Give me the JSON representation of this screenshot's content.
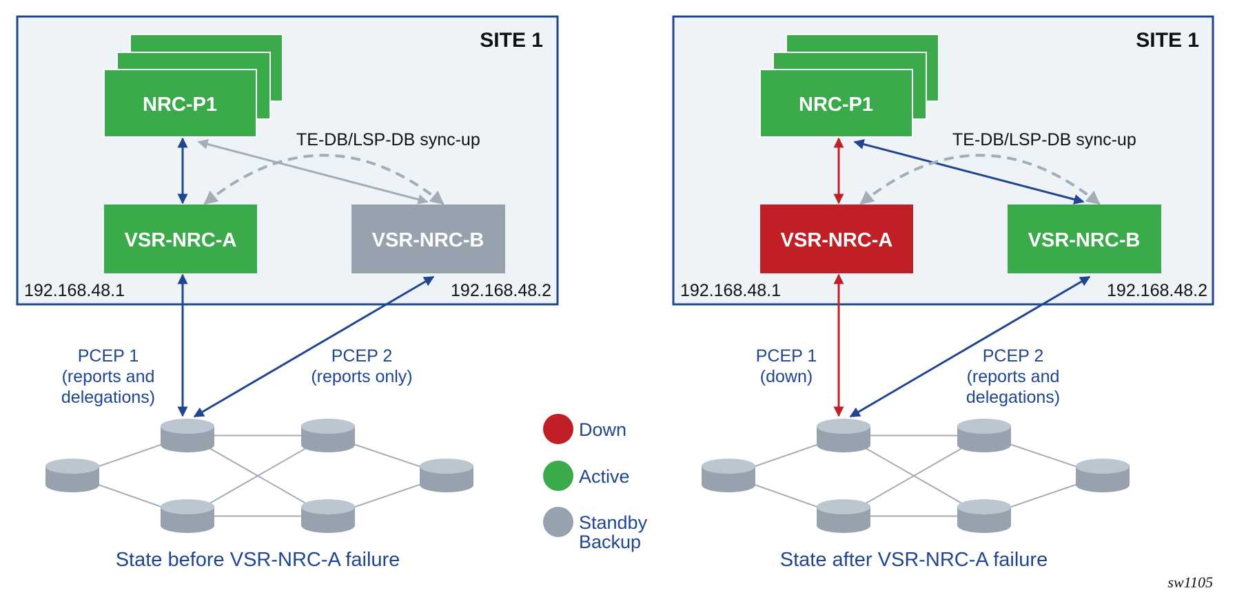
{
  "colors": {
    "down": "#C01F26",
    "active": "#3BAA4A",
    "standby": "#98A2AE",
    "link_blue": "#1F4590",
    "sync_gray": "#A3ACB7"
  },
  "panels": [
    {
      "site_label": "SITE 1",
      "nrc_p1": {
        "label": "NRC-P1",
        "state": "active"
      },
      "vsr_a": {
        "label": "VSR-NRC-A",
        "state": "active",
        "ip": "192.168.48.1"
      },
      "vsr_b": {
        "label": "VSR-NRC-B",
        "state": "standby",
        "ip": "192.168.48.2"
      },
      "sync_label": "TE-DB/LSP-DB sync-up",
      "p1_to_a_link": "blue",
      "p1_to_b_link": "gray",
      "pcep1": {
        "lines": [
          "PCEP 1",
          "(reports and",
          "delegations)"
        ],
        "link": "blue"
      },
      "pcep2": {
        "lines": [
          "PCEP 2",
          "(reports only)"
        ],
        "link": "blue"
      },
      "caption": "State before VSR-NRC-A failure"
    },
    {
      "site_label": "SITE 1",
      "nrc_p1": {
        "label": "NRC-P1",
        "state": "active"
      },
      "vsr_a": {
        "label": "VSR-NRC-A",
        "state": "down",
        "ip": "192.168.48.1"
      },
      "vsr_b": {
        "label": "VSR-NRC-B",
        "state": "active",
        "ip": "192.168.48.2"
      },
      "sync_label": "TE-DB/LSP-DB sync-up",
      "p1_to_a_link": "red",
      "p1_to_b_link": "blue",
      "pcep1": {
        "lines": [
          "PCEP 1",
          "(down)"
        ],
        "link": "red"
      },
      "pcep2": {
        "lines": [
          "PCEP 2",
          "(reports and",
          "delegations)"
        ],
        "link": "blue"
      },
      "caption": "State after VSR-NRC-A failure"
    }
  ],
  "legend": [
    {
      "label_lines": [
        "Down"
      ],
      "state": "down"
    },
    {
      "label_lines": [
        "Active"
      ],
      "state": "active"
    },
    {
      "label_lines": [
        "Standby",
        "Backup"
      ],
      "state": "standby"
    }
  ],
  "figure_id": "sw1105"
}
